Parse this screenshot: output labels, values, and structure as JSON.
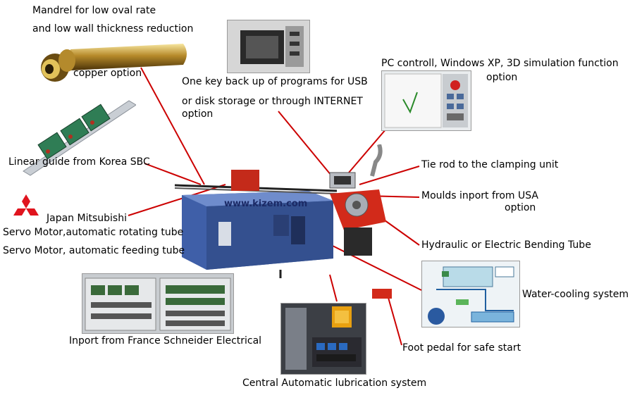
{
  "labels": {
    "mandrel_line1": "Mandrel for low oval rate",
    "mandrel_line2": "and low wall thickness reduction",
    "copper": "copper option",
    "usb_line1": "One key back up of programs for USB",
    "usb_line2": "or disk storage or through INTERNET",
    "usb_line3": "option",
    "pc_line1": "PC controll, Windows XP, 3D simulation function",
    "pc_line2": "option",
    "linear": "Linear guide from Korea SBC",
    "tie_rod": "Tie rod to the clamping unit",
    "moulds_line1": "Moulds inport from USA",
    "moulds_line2": "option",
    "mitsubishi": "Japan Mitsubishi",
    "servo1": "Servo Motor,automatic rotating tube",
    "servo2": "Servo Motor, automatic feeding tube",
    "hydraulic": "Hydraulic or Electric Bending Tube",
    "water": "Water-cooling system",
    "schneider": "Inport from France Schneider Electrical",
    "foot": "Foot pedal for safe start",
    "lubrication": "Central Automatic lubrication system",
    "website": "www.kizem.com"
  },
  "colors": {
    "leader_line": "#cc0000",
    "machine_body": "#3f5fa8",
    "bend_head": "#d22a1a",
    "mitsubishi_red": "#e0141e"
  }
}
